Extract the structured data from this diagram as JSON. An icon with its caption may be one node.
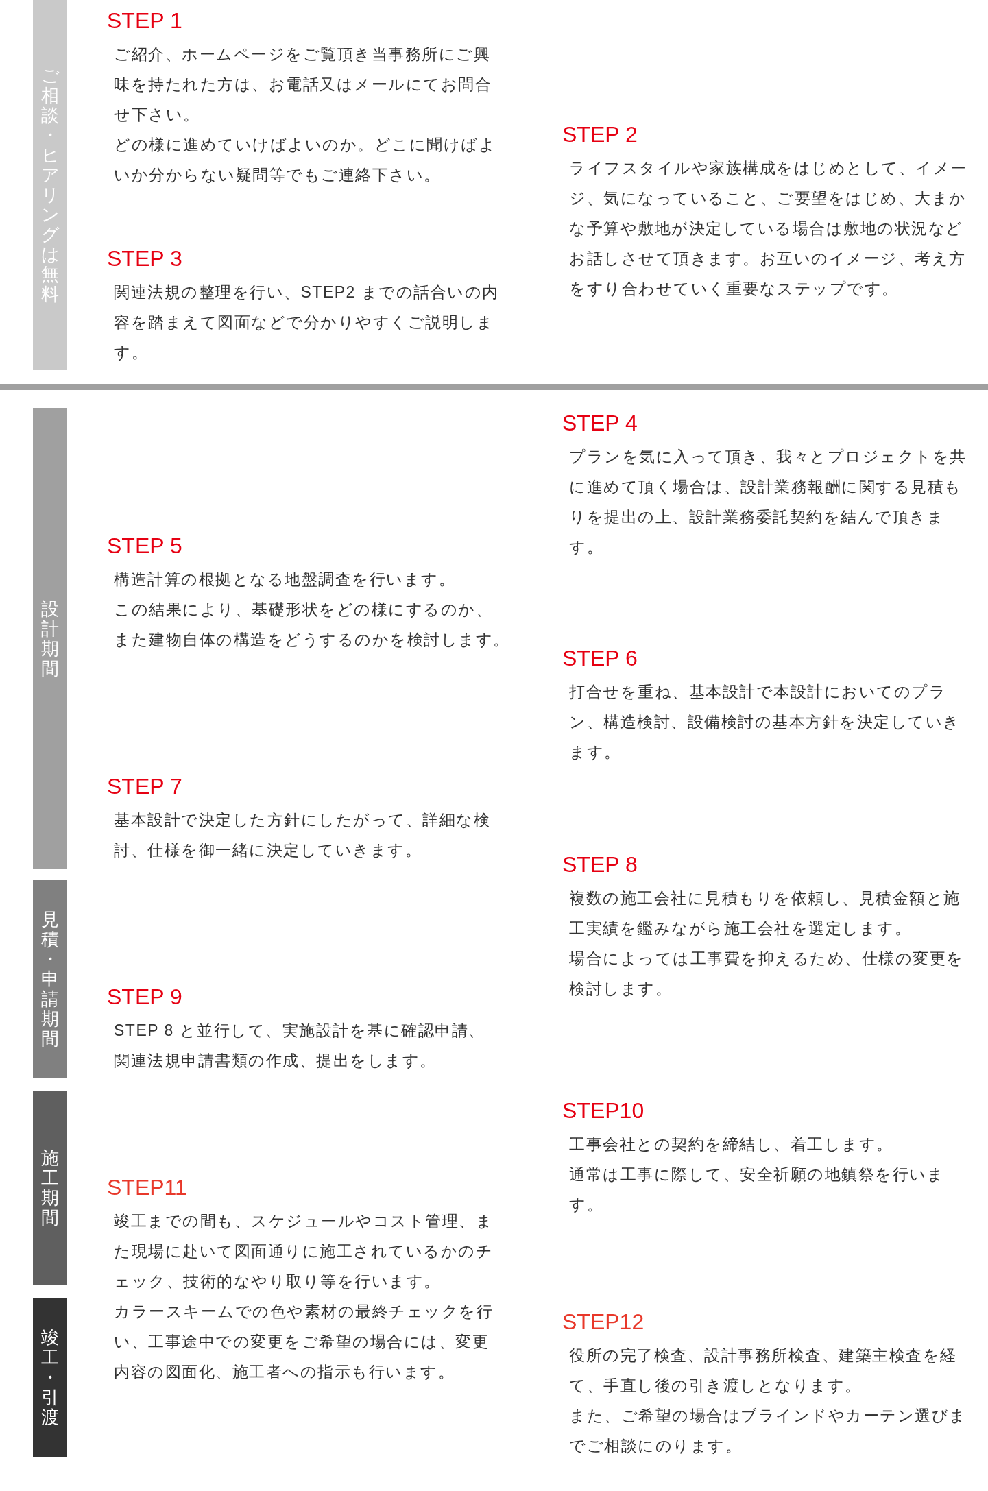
{
  "diagram": {
    "nodes": [
      {
        "text": [
          "ご相談・ヒアリングは無料"
        ]
      },
      {
        "text": [
          "設計期間"
        ]
      },
      {
        "text": [
          "見積・申請期間"
        ]
      },
      {
        "text": [
          "施工期間"
        ]
      },
      {
        "text": [
          "竣工・引渡"
        ]
      }
    ],
    "labels": [
      "STEP 1",
      "ご紹介、ホームページをご覧頂き当事務所にご興味を持たれた方は、お電話又はメールにてお問合せ下さい。",
      "どの様に進めていけばよいのか。どこに聞けばよいか分からない疑問等でもご連絡下さい。",
      "STEP 2",
      "ライフスタイルや家族構成をはじめとして、イメージ、気になっていること、ご要望をはじめ、大まかな予算や敷地が決定している場合は敷地の状況などお話しさせて頂きます。お互いのイメージ、考え方をすり合わせていく重要なステップです。",
      "STEP 3",
      "関連法規の整理を行い、STEP2 までの話合いの内容を踏まえて図面などで分かりやすくご説明します。",
      "STEP 4",
      "プランを気に入って頂き、我々とプロジェクトを共に進めて頂く場合は、設計業務報酬に関する見積もりを提出の上、設計業務委託契約を結んで頂きます。",
      "STEP 5",
      "構造計算の根拠となる地盤調査を行います。",
      "この結果により、基礎形状をどの様にするのか、",
      "また建物自体の構造をどうするのかを検討します。",
      "STEP 6",
      "打合せを重ね、基本設計で本設計においてのプラン、構造検討、設備検討の基本方針を決定していきます。",
      "STEP 7",
      "基本設計で決定した方針にしたがって、詳細な検討、仕様を御一緒に決定していきます。",
      "STEP 8",
      "複数の施工会社に見積もりを依頼し、見積金額と施工実績を鑑みながら施工会社を選定します。",
      "場合によっては工事費を抑えるため、仕様の変更を検討します。",
      "STEP 9",
      "STEP 8 と並行して、実施設計を基に確認申請、関連法規申請書類の作成、提出をします。",
      "STEP10",
      "工事会社との契約を締結し、着工します。",
      "通常は工事に際して、安全祈願の地鎮祭を行います。",
      "STEP11",
      "竣工までの間も、スケジュールやコスト管理、また現場に赴いて図面通りに施工されているかのチェック、技術的なやり取り等を行います。",
      "カラースキームでの色や素材の最終チェックを行い、工事途中での変更をご希望の場合には、変更内容の図面化、施工者への指示も行います。",
      "STEP12",
      "役所の完了検査、設計事務所検査、建築主検査を経て、手直し後の引き渡しとなります。",
      "また、ご希望の場合はブラインドやカーテン選びまでご相談にのります。"
    ]
  }
}
